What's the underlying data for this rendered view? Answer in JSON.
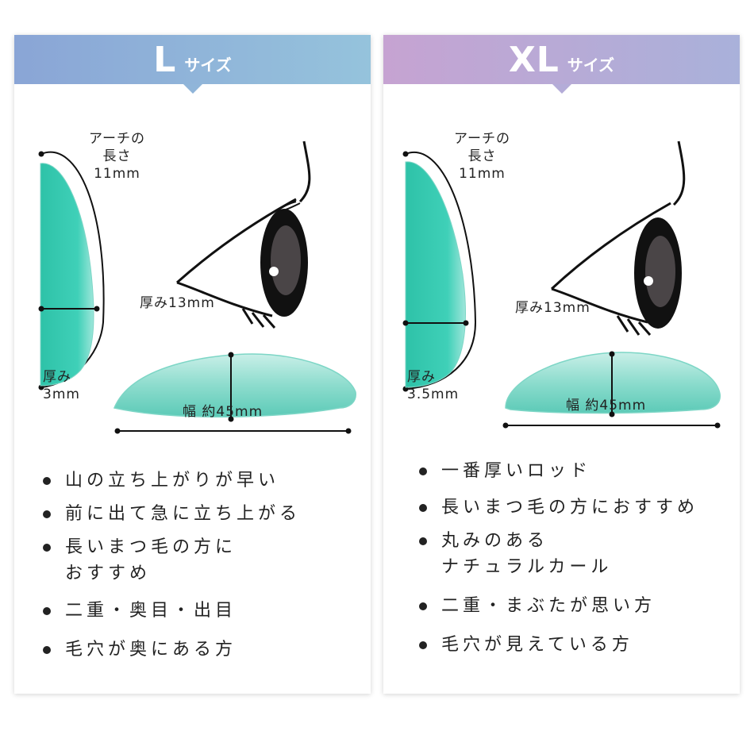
{
  "cards": [
    {
      "size_big": "L",
      "size_small": "サイズ",
      "arch_label": [
        "アーチの",
        "長さ",
        "11mm"
      ],
      "rod_thick_label": [
        "厚み",
        "3mm"
      ],
      "side_thick_label": "厚み13mm",
      "width_label": "幅 約45mm",
      "bullets": [
        {
          "lines": [
            "山の立ち上がりが早い"
          ]
        },
        {
          "lines": [
            "前に出て急に立ち上がる"
          ]
        },
        {
          "lines": [
            "長いまつ毛の方に",
            "おすすめ"
          ]
        },
        {
          "lines": [
            "二重・奥目・出目"
          ]
        },
        {
          "lines": [
            "毛穴が奥にある方"
          ]
        }
      ]
    },
    {
      "size_big": "XL",
      "size_small": "サイズ",
      "arch_label": [
        "アーチの",
        "長さ",
        "11mm"
      ],
      "rod_thick_label": [
        "厚み",
        "3.5mm"
      ],
      "side_thick_label": "厚み13mm",
      "width_label": "幅 約45mm",
      "bullets": [
        {
          "lines": [
            "一番厚いロッド"
          ]
        },
        {
          "lines": [
            "長いまつ毛の方におすすめ"
          ]
        },
        {
          "lines": [
            "丸みのある",
            "ナチュラルカール"
          ]
        },
        {
          "lines": [
            "二重・まぶたが思い方"
          ]
        },
        {
          "lines": [
            "毛穴が見えている方"
          ]
        }
      ]
    }
  ],
  "colors": {
    "rod": "#3dc8b0",
    "rod_light": "#8fe0d2",
    "eye": "#111111",
    "iris": "#4a4547"
  }
}
